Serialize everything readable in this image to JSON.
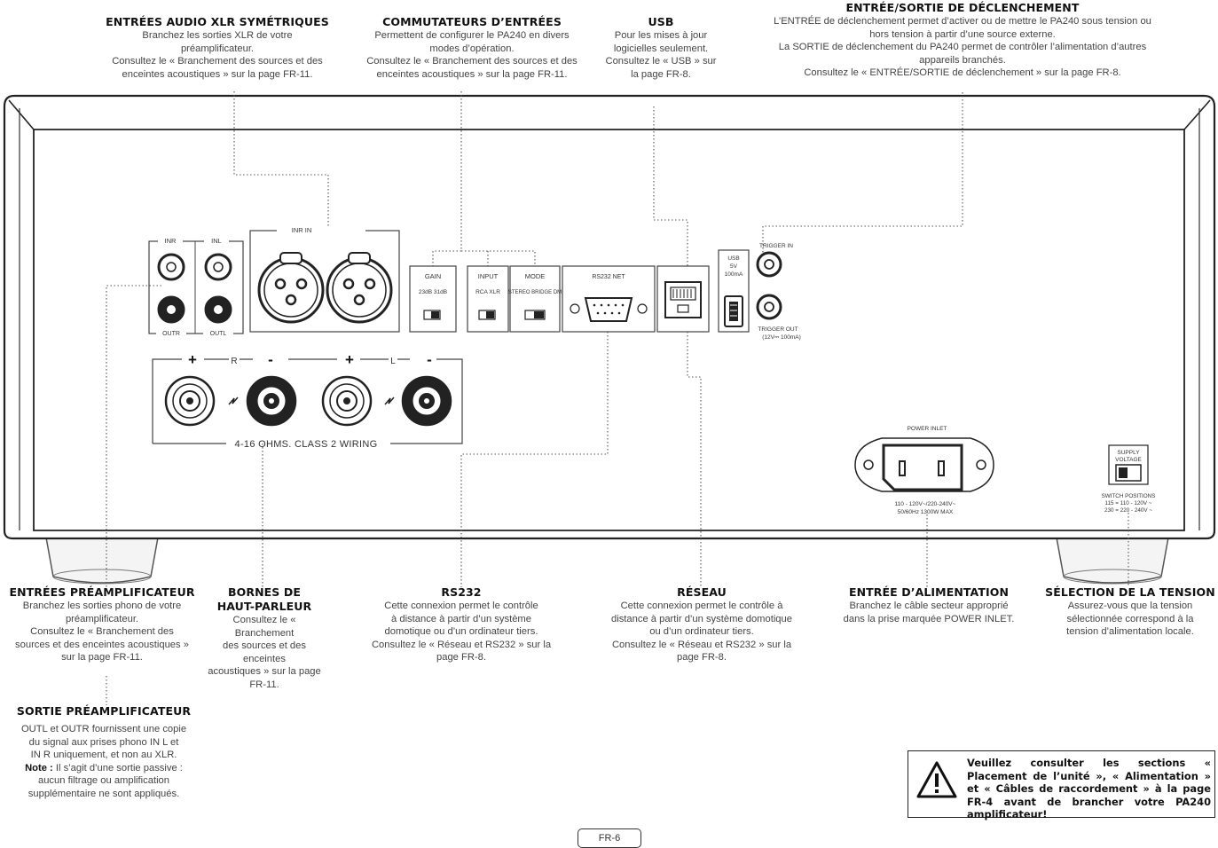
{
  "callouts": {
    "xlr": {
      "title": "ENTRÉES AUDIO XLR SYMÉTRIQUES",
      "lines": [
        "Branchez les sorties XLR de votre",
        "préamplificateur.",
        "Consultez le « Branchement des sources et des",
        "enceintes acoustiques » sur la page FR-11."
      ]
    },
    "switches": {
      "title": "COMMUTATEURS D’ENTRÉES",
      "lines": [
        "Permettent de configurer le PA240 en divers",
        "modes d’opération.",
        "Consultez le « Branchement des sources et des",
        "enceintes acoustiques » sur la page FR-11."
      ]
    },
    "usb": {
      "title": "USB",
      "lines": [
        "Pour les mises à jour",
        "logicielles seulement.",
        "Consultez le « USB » sur",
        "la page FR-8."
      ]
    },
    "trigger": {
      "title": "ENTRÉE/SORTIE DE DÉCLENCHEMENT",
      "lines": [
        "L’ENTRÉE de déclenchement permet d’activer ou de mettre le PA240 sous tension ou",
        "hors tension à partir d’une source externe.",
        "La SORTIE de déclenchement du PA240 permet de contrôler l’alimentation d’autres",
        "appareils branchés.",
        "Consultez le « ENTRÉE/SORTIE de déclenchement » sur la page FR-8."
      ]
    },
    "preamp_in": {
      "title": "ENTRÉES PRÉAMPLIFICATEUR",
      "lines": [
        "Branchez les sorties phono de votre",
        "préamplificateur.",
        "Consultez le « Branchement des",
        "sources et des enceintes acoustiques »",
        "sur la page FR-11."
      ]
    },
    "speaker": {
      "title_lines": [
        "BORNES DE",
        "HAUT-PARLEUR"
      ],
      "lines": [
        "Consultez le « Branchement",
        "des sources et des enceintes",
        "acoustiques » sur la page",
        "FR-11."
      ]
    },
    "rs232": {
      "title": "RS232",
      "lines": [
        "Cette connexion permet le contrôle",
        "à distance à partir d’un système",
        "domotique ou d’un ordinateur tiers.",
        "Consultez le « Réseau et RS232 » sur la",
        "page FR-8."
      ]
    },
    "network": {
      "title": "RÉSEAU",
      "lines": [
        "Cette connexion permet le contrôle à",
        "distance à partir d’un système domotique",
        "ou d’un ordinateur tiers.",
        "Consultez le « Réseau et RS232 » sur la",
        "page FR-8."
      ]
    },
    "power": {
      "title": "ENTRÉE D’ALIMENTATION",
      "lines": [
        "Branchez le câble secteur approprié",
        "dans la prise marquée POWER INLET."
      ]
    },
    "voltage": {
      "title": "SÉLECTION DE LA TENSION",
      "lines": [
        "Assurez-vous que la tension",
        "sélectionnée correspond à la",
        "tension d’alimentation locale."
      ]
    },
    "preamp_out": {
      "title": "SORTIE PRÉAMPLIFICATEUR",
      "lines": [
        "OUTL et OUTR fournissent une copie",
        "du signal aux prises phono IN L et",
        "IN R uniquement, et non au XLR."
      ],
      "note_label": "Note :",
      "note_lines": [
        " Il s’agit d’une sortie passive :",
        "aucun filtrage ou amplification",
        "supplémentaire ne sont appliqués."
      ]
    }
  },
  "panel": {
    "inr": "INR",
    "inl": "INL",
    "outr": "OUTR",
    "outl": "OUTL",
    "xlr_label": "INR IN",
    "gain": "GAIN",
    "gain_opts": "23dB  31dB",
    "input": "INPUT",
    "input_opts": "RCA    XLR",
    "mode": "MODE",
    "mode_opts": "STEREO BRIDGE DM",
    "rs232": "RS232 NET",
    "usb_lines": [
      "USB",
      "5V",
      "100mA"
    ],
    "trigger_in": "TRIGGER IN",
    "trigger_out": "TRIGGER OUT",
    "trigger_out_spec": "(12V⎓ 100mA)",
    "plus": "+",
    "minus": "-",
    "r": "R",
    "l": "L",
    "wiring": "4-16 OHMS. CLASS 2 WIRING",
    "power_inlet": "POWER INLET",
    "power_spec": [
      "110 - 120V~/220-240V~",
      "50/60Hz 1300W MAX"
    ],
    "supply_voltage": [
      "SUPPLY",
      "VOLTAGE"
    ],
    "switch_positions": [
      "SWITCH POSITIONS",
      "115 = 110 - 120V ~",
      "230 = 220 - 240V ~"
    ]
  },
  "warning": {
    "text": "Veuillez consulter les sections « Placement de l’unité », « Alimentation » et « Câbles de raccordement » à la page FR-4 avant de brancher votre PA240 amplificateur!"
  },
  "page": "FR-6"
}
